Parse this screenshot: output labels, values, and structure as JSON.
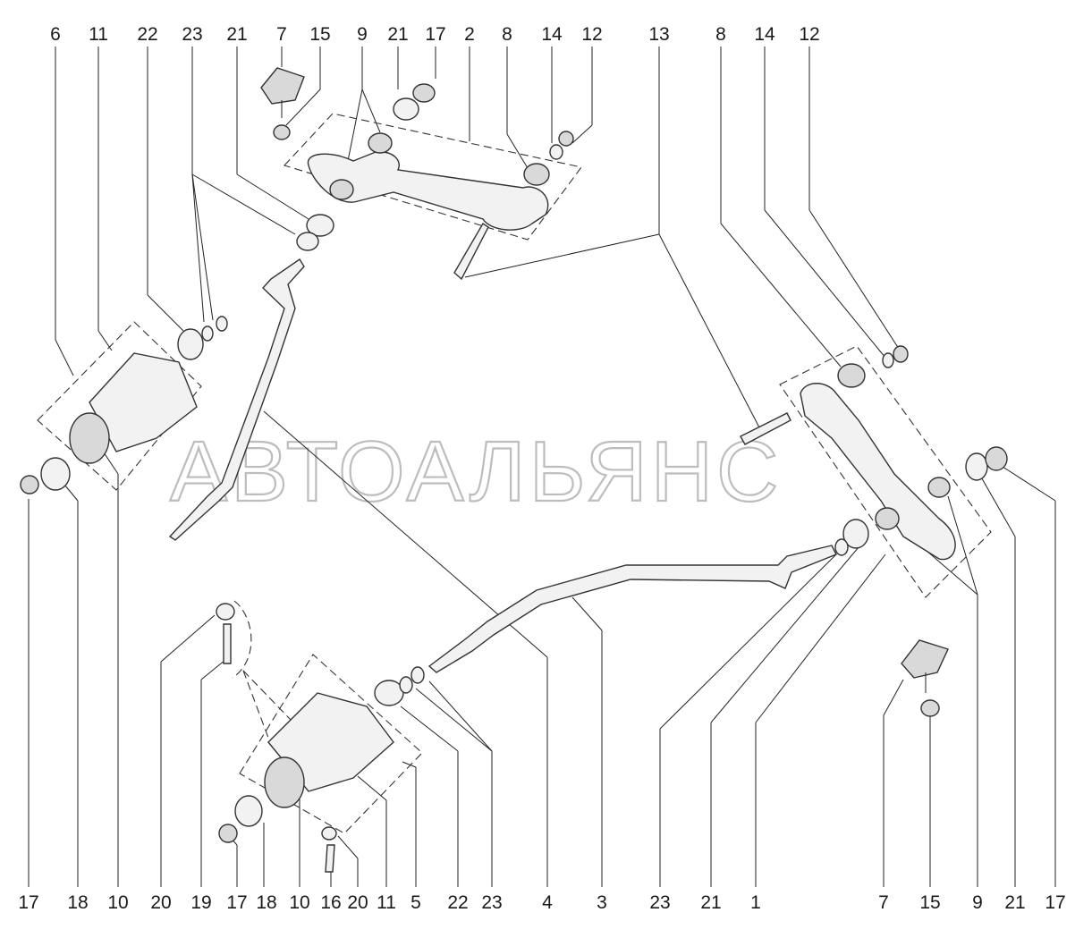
{
  "watermark": "АВТОАЛЬЯНС",
  "top_labels": [
    "6",
    "11",
    "22",
    "23",
    "21",
    "7",
    "15",
    "9",
    "21",
    "17",
    "2",
    "8",
    "14",
    "12",
    "13",
    "8",
    "14",
    "12"
  ],
  "bottom_labels": [
    "17",
    "18",
    "10",
    "20",
    "19",
    "17",
    "18",
    "10",
    "16",
    "20",
    "11",
    "5",
    "22",
    "23",
    "4",
    "3",
    "23",
    "21",
    "1",
    "7",
    "15",
    "9",
    "21",
    "17"
  ]
}
